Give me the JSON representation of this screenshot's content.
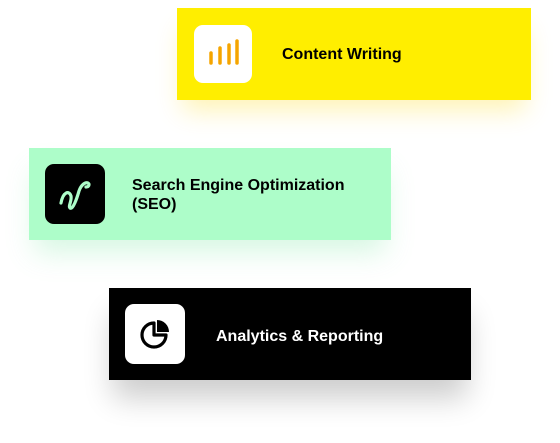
{
  "services": [
    {
      "label": "Content Writing",
      "icon": "bar-chart-icon",
      "background": "#ffee00",
      "icon_color": "#f5a500"
    },
    {
      "label": "Search Engine Optimization (SEO)",
      "icon": "squiggle-line-icon",
      "background": "#adfdc9",
      "icon_color": "#adfdc9"
    },
    {
      "label": "Analytics & Reporting",
      "icon": "pie-chart-icon",
      "background": "#000000",
      "icon_color": "#000000"
    }
  ]
}
